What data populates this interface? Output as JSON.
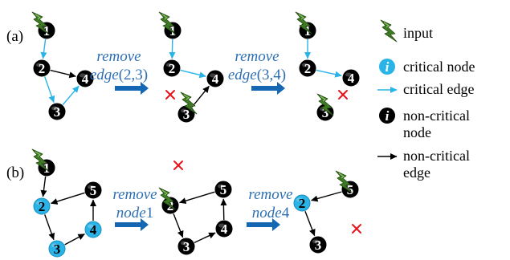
{
  "colors": {
    "critical": "#29b3e6",
    "noncritical": "#000000",
    "step_text": "#2c6fb3",
    "step_arrow": "#1567b4",
    "remove_mark": "#e8141c",
    "input_icon": "#3e7a24"
  },
  "rows": [
    {
      "label": "(a)"
    },
    {
      "label": "(b)"
    }
  ],
  "steps": [
    {
      "line1": "remove",
      "line2": "edge",
      "param": "(2,3)"
    },
    {
      "line1": "remove",
      "line2": "edge",
      "param": "(3,4)"
    },
    {
      "line1": "remove",
      "line2": "node",
      "param": "1"
    },
    {
      "line1": "remove",
      "line2": "node",
      "param": "4"
    }
  ],
  "graphs": [
    {
      "row": "a",
      "nodes": [
        {
          "label": "1",
          "critical": false
        },
        {
          "label": "2",
          "critical": false
        },
        {
          "label": "3",
          "critical": false
        },
        {
          "label": "4",
          "critical": false
        }
      ],
      "edges": [
        {
          "from": "1",
          "to": "2",
          "critical": true
        },
        {
          "from": "2",
          "to": "3",
          "critical": true
        },
        {
          "from": "3",
          "to": "4",
          "critical": true
        },
        {
          "from": "2",
          "to": "4",
          "critical": false
        }
      ]
    },
    {
      "row": "a",
      "nodes": [
        {
          "label": "1",
          "critical": false
        },
        {
          "label": "2",
          "critical": false
        },
        {
          "label": "3",
          "critical": false
        },
        {
          "label": "4",
          "critical": false
        }
      ],
      "edges": [
        {
          "from": "1",
          "to": "2",
          "critical": true
        },
        {
          "from": "2",
          "to": "4",
          "critical": true
        },
        {
          "from": "3",
          "to": "4",
          "critical": false
        }
      ]
    },
    {
      "row": "a",
      "nodes": [
        {
          "label": "1",
          "critical": false
        },
        {
          "label": "2",
          "critical": false
        },
        {
          "label": "3",
          "critical": false
        },
        {
          "label": "4",
          "critical": false
        }
      ],
      "edges": [
        {
          "from": "1",
          "to": "2",
          "critical": true
        },
        {
          "from": "2",
          "to": "4",
          "critical": true
        }
      ]
    },
    {
      "row": "b",
      "nodes": [
        {
          "label": "1",
          "critical": false
        },
        {
          "label": "2",
          "critical": true
        },
        {
          "label": "3",
          "critical": true
        },
        {
          "label": "4",
          "critical": true
        },
        {
          "label": "5",
          "critical": false
        }
      ],
      "edges": [
        {
          "from": "1",
          "to": "2",
          "critical": false
        },
        {
          "from": "2",
          "to": "3",
          "critical": false
        },
        {
          "from": "3",
          "to": "4",
          "critical": false
        },
        {
          "from": "4",
          "to": "5",
          "critical": false
        },
        {
          "from": "5",
          "to": "2",
          "critical": false
        }
      ]
    },
    {
      "row": "b",
      "nodes": [
        {
          "label": "2",
          "critical": false
        },
        {
          "label": "3",
          "critical": false
        },
        {
          "label": "4",
          "critical": false
        },
        {
          "label": "5",
          "critical": false
        }
      ],
      "edges": [
        {
          "from": "2",
          "to": "3",
          "critical": false
        },
        {
          "from": "3",
          "to": "4",
          "critical": false
        },
        {
          "from": "4",
          "to": "5",
          "critical": false
        },
        {
          "from": "5",
          "to": "2",
          "critical": false
        }
      ]
    },
    {
      "row": "b",
      "nodes": [
        {
          "label": "2",
          "critical": true
        },
        {
          "label": "3",
          "critical": false
        },
        {
          "label": "5",
          "critical": false
        }
      ],
      "edges": [
        {
          "from": "5",
          "to": "2",
          "critical": false
        },
        {
          "from": "2",
          "to": "3",
          "critical": false
        }
      ]
    }
  ],
  "legend": [
    {
      "icon": "input-icon",
      "text": [
        "input"
      ]
    },
    {
      "icon": "critical-node-icon",
      "glyph": "i",
      "text": [
        "critical node"
      ]
    },
    {
      "icon": "critical-edge-icon",
      "text": [
        "critical edge"
      ]
    },
    {
      "icon": "non-critical-node-icon",
      "glyph": "i",
      "text": [
        "non-critical",
        "node"
      ]
    },
    {
      "icon": "non-critical-edge-icon",
      "text": [
        "non-critical",
        "edge"
      ]
    }
  ]
}
